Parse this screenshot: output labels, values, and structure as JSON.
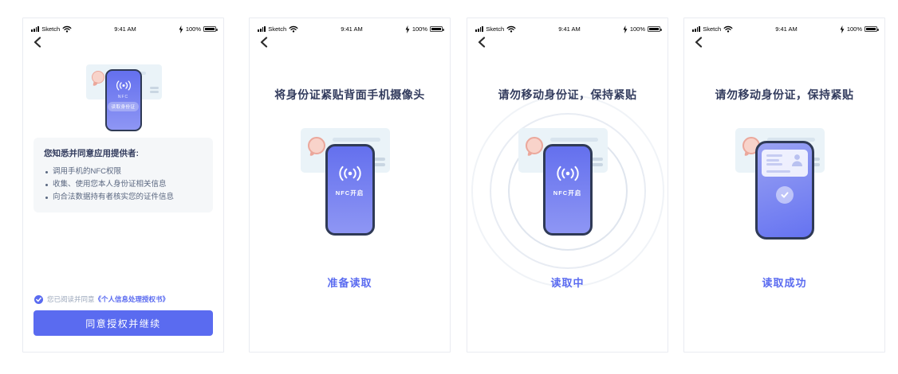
{
  "colors": {
    "accent": "#5a6bf0",
    "title": "#333c5e",
    "phone_body": "#6470ee",
    "card_bg": "#eaf3f8"
  },
  "status_bar": {
    "carrier": "Sketch",
    "time": "9:41 AM",
    "battery": "100%"
  },
  "screens": {
    "consent": {
      "illustration": {
        "nfc_small_label": "NFC",
        "badge": "读取身份证"
      },
      "card_heading": "您知悉并同意应用提供者:",
      "card_items": [
        "调用手机的NFC权限",
        "收集、使用您本人身份证相关信息",
        "向合法数据持有者核实您的证件信息"
      ],
      "agree_prefix": "您已阅读并同意",
      "agree_link": "《个人信息处理授权书》",
      "button": "同意授权并继续"
    },
    "ready": {
      "title": "将身份证紧贴背面手机摄像头",
      "phone_label": "NFC开启",
      "status": "准备读取"
    },
    "reading": {
      "title": "请勿移动身份证，保持紧贴",
      "phone_label": "NFC开启",
      "status": "读取中"
    },
    "success": {
      "title": "请勿移动身份证，保持紧贴",
      "status": "读取成功"
    }
  }
}
